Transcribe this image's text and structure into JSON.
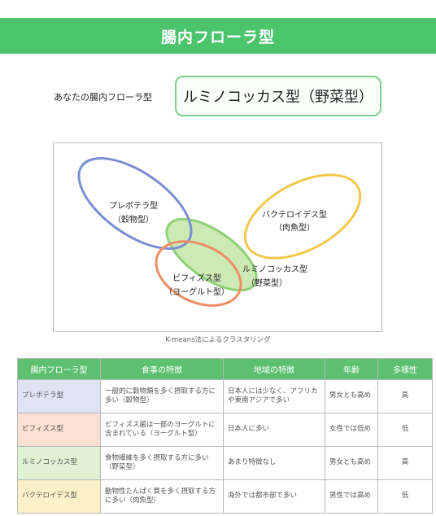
{
  "header": {
    "title": "腸内フローラ型"
  },
  "result": {
    "label": "あなたの腸内フローラ型",
    "value": "ルミノコッカス型（野菜型）"
  },
  "diagram": {
    "caption": "K-means法によるクラスタリング",
    "clusters": [
      {
        "line1": "プレボテラ型",
        "line2": "（穀物型）",
        "color": "#7b8ed0"
      },
      {
        "line1": "バクテロイデス型",
        "line2": "（肉魚型）",
        "color": "#f1c84c"
      },
      {
        "line1": "ビフィズス型",
        "line2": "（ヨーグルト型）",
        "color": "#ee8d66"
      },
      {
        "line1": "ルミノコッカス型",
        "line2": "（野菜型）",
        "color": "#8fd07a"
      }
    ]
  },
  "table": {
    "headers": [
      "腸内フローラ型",
      "食事の特徴",
      "地域の特徴",
      "年齢",
      "多様性"
    ],
    "rows": [
      {
        "type": "プレボテラ型",
        "diet": "一般的に穀物類を多く摂取する方に多い（穀物型）",
        "region": "日本人には少なく、アフリカや東南アジアで多い",
        "age": "男女とも高め",
        "diversity": "高"
      },
      {
        "type": "ビフィズス型",
        "diet": "ビフィズス菌は一部のヨーグルトに含まれている（ヨーグルト型）",
        "region": "日本人に多い",
        "age": "女性では低め",
        "diversity": "低"
      },
      {
        "type": "ルミノコッカス型",
        "diet": "食物繊維を多く摂取する方に多い（野菜型）",
        "region": "あまり特徴なし",
        "age": "男女とも高め",
        "diversity": "高"
      },
      {
        "type": "バクテロイデス型",
        "diet": "動物性たんぱく質を多く摂取する方に多い（肉魚型）",
        "region": "海外では都市部で多い",
        "age": "男性では高め",
        "diversity": "低"
      }
    ]
  }
}
